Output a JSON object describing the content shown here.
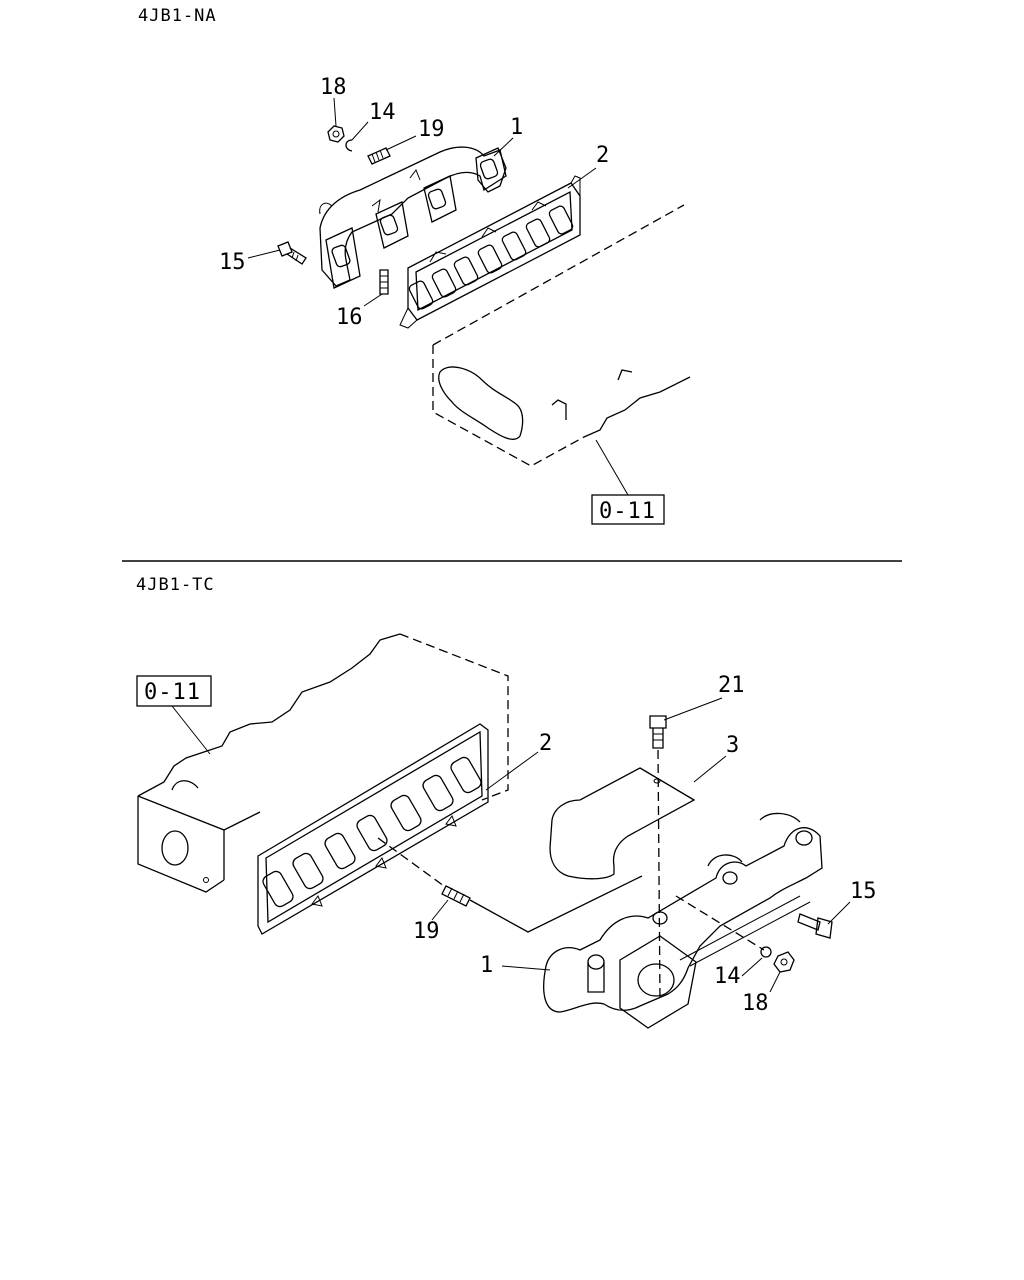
{
  "top_section": {
    "title": "4JB1-NA",
    "ref_box": "0-11",
    "callouts": {
      "c18": "18",
      "c14": "14",
      "c19": "19",
      "c1": "1",
      "c2": "2",
      "c15": "15",
      "c16": "16"
    }
  },
  "bottom_section": {
    "title": "4JB1-TC",
    "ref_box": "0-11",
    "callouts": {
      "c21": "21",
      "c2": "2",
      "c3": "3",
      "c15": "15",
      "c19": "19",
      "c1": "1",
      "c14": "14",
      "c18": "18"
    }
  }
}
